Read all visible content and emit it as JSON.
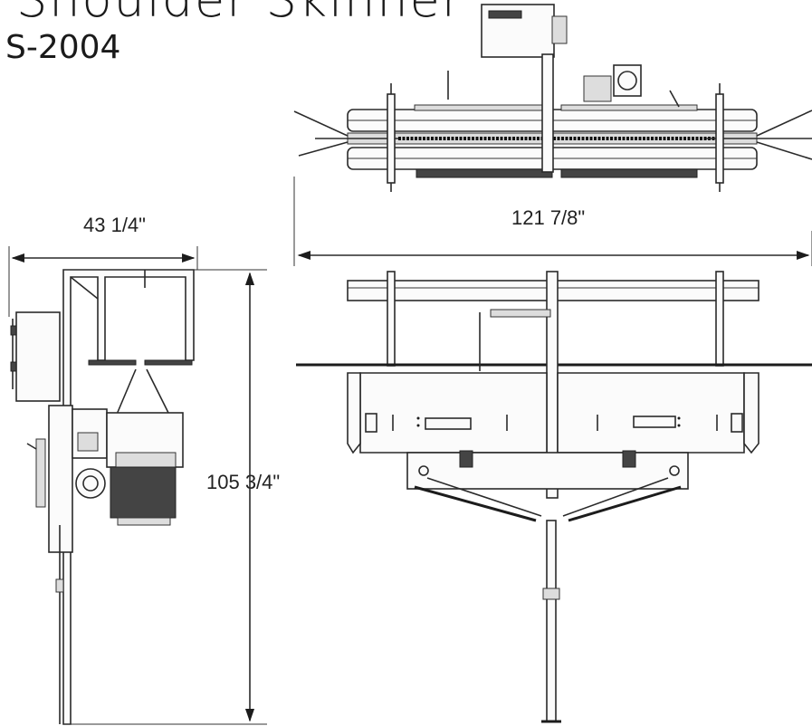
{
  "header": {
    "title": "Shoulder Skinner",
    "model": "S-2004"
  },
  "dimensions": {
    "width": "43 1/4\"",
    "length": "121 7/8\"",
    "height": "105 3/4\""
  }
}
